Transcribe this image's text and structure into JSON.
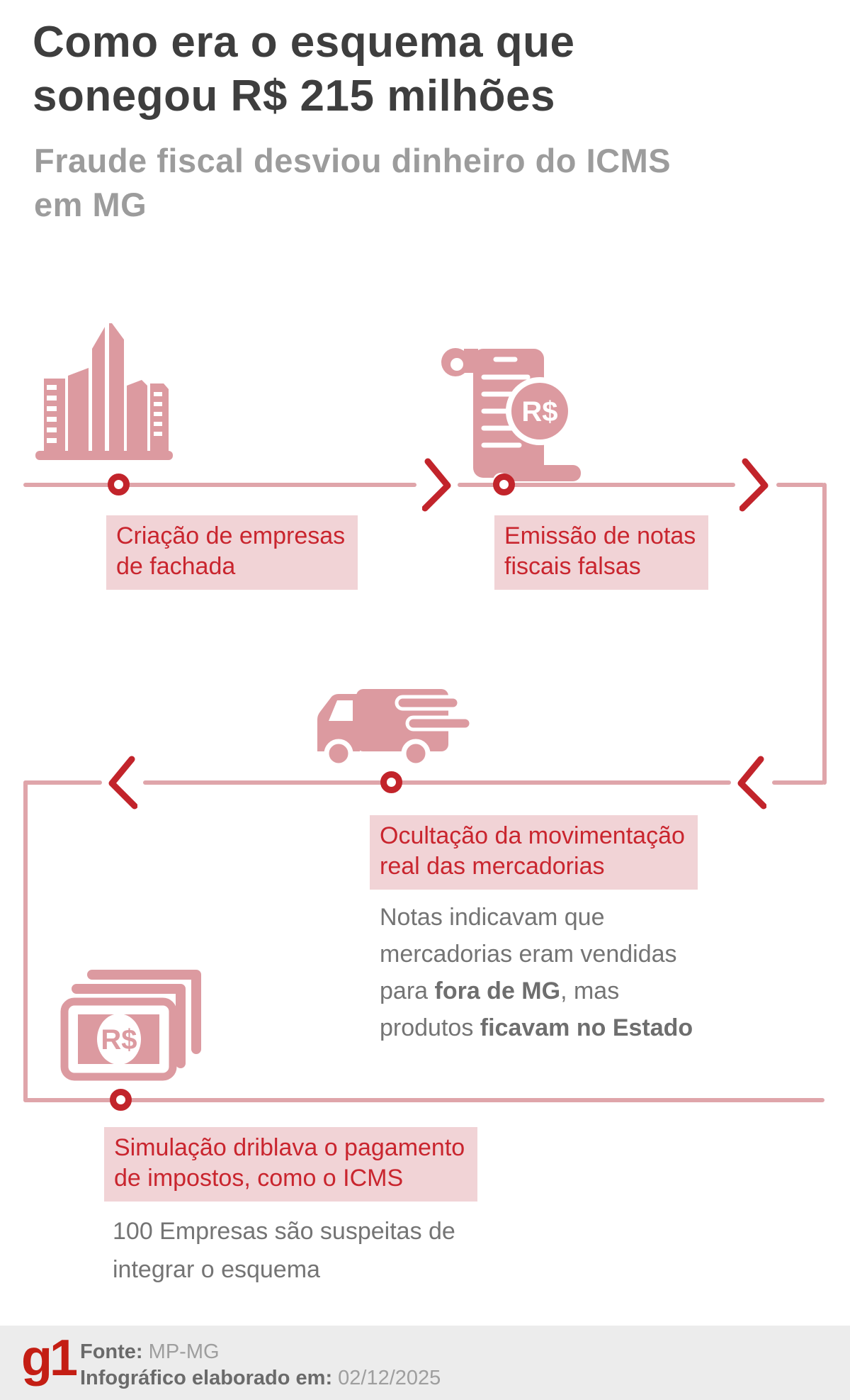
{
  "page": {
    "title": "Como era o esquema que\nsonegou R$ 215 milhões",
    "subtitle": "Fraude fiscal desviou dinheiro do ICMS\nem MG"
  },
  "currency_symbol": "R$",
  "colors": {
    "rose_icon": "#DC9AA0",
    "rose_line": "#DFA5AA",
    "pink_box_bg": "#F1D3D6",
    "red_marker": "#C2242B",
    "red_text": "#C9252E",
    "title_gray": "#3E3E3E",
    "subtitle_gray": "#9C9C9C",
    "body_gray": "#747474",
    "footer_bg": "#ECECEC",
    "g1_red": "#C41E14"
  },
  "steps": [
    {
      "icon": "office-buildings",
      "label": "Criação de empresas\nde fachada"
    },
    {
      "icon": "invoice-scroll",
      "label": "Emissão de notas\nfiscais falsas"
    },
    {
      "icon": "delivery-truck",
      "label": "Ocultação da movimentação\nreal das mercadorias",
      "description_segments": [
        {
          "text": "Notas indicavam que\nmercadorias eram vendidas\npara ",
          "bold": false
        },
        {
          "text": "fora de MG",
          "bold": true
        },
        {
          "text": ", mas\nprodutos ",
          "bold": false
        },
        {
          "text": "ficavam no Estado",
          "bold": true
        }
      ]
    },
    {
      "icon": "money-bills",
      "label_segments": [
        {
          "text": "Simulação driblava o pagamento\nde impostos, como o ",
          "bold": false
        },
        {
          "text": "ICMS",
          "bold": true
        }
      ],
      "description": "100 Empresas são suspeitas de\nintegrar o esquema"
    }
  ],
  "footer": {
    "logo": "g1",
    "source_label": "Fonte:",
    "source_value": "MP-MG",
    "date_label": "Infográfico elaborado em:",
    "date_value": "02/12/2025"
  }
}
